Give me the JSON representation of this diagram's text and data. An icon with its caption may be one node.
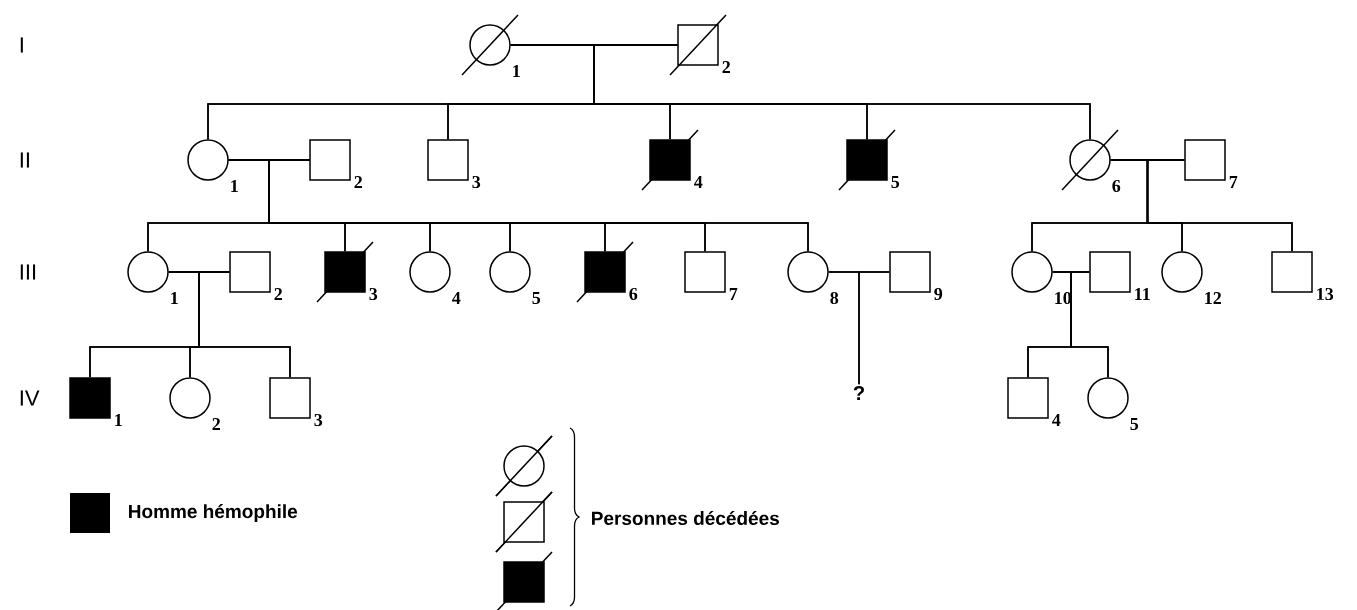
{
  "diagram": {
    "nodes": [
      {
        "text": [],
        "shape": "circle",
        "beside": [
          "1"
        ]
      },
      {
        "text": [],
        "shape": "box",
        "beside": [
          "2"
        ]
      },
      {
        "text": [],
        "shape": "circle",
        "beside": [
          "1"
        ]
      },
      {
        "text": [],
        "shape": "box",
        "beside": [
          "2"
        ]
      },
      {
        "text": [],
        "shape": "box",
        "beside": [
          "3"
        ]
      },
      {
        "text": [],
        "shape": "box",
        "beside": [
          "4"
        ]
      },
      {
        "text": [],
        "shape": "box",
        "beside": [
          "5"
        ]
      },
      {
        "text": [],
        "shape": "circle",
        "beside": [
          "6"
        ]
      },
      {
        "text": [],
        "shape": "box",
        "beside": [
          "7"
        ]
      },
      {
        "text": [],
        "shape": "circle",
        "beside": [
          "1"
        ]
      },
      {
        "text": [],
        "shape": "box",
        "beside": [
          "2"
        ]
      },
      {
        "text": [],
        "shape": "box",
        "beside": [
          "3"
        ]
      },
      {
        "text": [],
        "shape": "circle",
        "beside": [
          "4"
        ]
      },
      {
        "text": [],
        "shape": "circle",
        "beside": [
          "5"
        ]
      },
      {
        "text": [],
        "shape": "box",
        "beside": [
          "6"
        ]
      },
      {
        "text": [],
        "shape": "box",
        "beside": [
          "7"
        ]
      },
      {
        "text": [],
        "shape": "circle",
        "beside": [
          "8"
        ]
      },
      {
        "text": [],
        "shape": "box",
        "beside": [
          "9"
        ]
      },
      {
        "text": [],
        "shape": "circle",
        "beside": [
          "10"
        ]
      },
      {
        "text": [],
        "shape": "box",
        "beside": [
          "11"
        ]
      },
      {
        "text": [],
        "shape": "circle",
        "beside": [
          "12"
        ]
      },
      {
        "text": [],
        "shape": "box",
        "beside": [
          "13"
        ]
      },
      {
        "text": [],
        "shape": "box",
        "beside": [
          "1"
        ]
      },
      {
        "text": [],
        "shape": "circle",
        "beside": [
          "2"
        ]
      },
      {
        "text": [],
        "shape": "box",
        "beside": [
          "3"
        ]
      },
      {
        "text": [
          "?"
        ]
      },
      {
        "text": [],
        "shape": "box",
        "beside": [
          "4"
        ]
      },
      {
        "text": [],
        "shape": "circle",
        "beside": [
          "5"
        ]
      }
    ],
    "edges": [
      {
        "from": 0,
        "to": 1,
        "arrow": "none"
      },
      {
        "from": 0,
        "to": 2,
        "arrow": "none"
      },
      {
        "from": 1,
        "to": 2,
        "arrow": "none"
      },
      {
        "from": 0,
        "to": 4,
        "arrow": "none"
      },
      {
        "from": 1,
        "to": 4,
        "arrow": "none"
      },
      {
        "from": 0,
        "to": 5,
        "arrow": "none"
      },
      {
        "from": 1,
        "to": 5,
        "arrow": "none"
      },
      {
        "from": 0,
        "to": 6,
        "arrow": "none"
      },
      {
        "from": 1,
        "to": 6,
        "arrow": "none"
      },
      {
        "from": 0,
        "to": 7,
        "arrow": "none"
      },
      {
        "from": 1,
        "to": 7,
        "arrow": "none"
      },
      {
        "from": 2,
        "to": 3,
        "arrow": "none"
      },
      {
        "from": 2,
        "to": 9,
        "arrow": "none"
      },
      {
        "from": 3,
        "to": 9,
        "arrow": "none"
      },
      {
        "from": 2,
        "to": 11,
        "arrow": "none"
      },
      {
        "from": 3,
        "to": 11,
        "arrow": "none"
      },
      {
        "from": 2,
        "to": 12,
        "arrow": "none"
      },
      {
        "from": 3,
        "to": 12,
        "arrow": "none"
      },
      {
        "from": 2,
        "to": 13,
        "arrow": "none"
      },
      {
        "from": 3,
        "to": 13,
        "arrow": "none"
      },
      {
        "from": 2,
        "to": 14,
        "arrow": "none"
      },
      {
        "from": 3,
        "to": 14,
        "arrow": "none"
      },
      {
        "from": 2,
        "to": 15,
        "arrow": "none"
      },
      {
        "from": 3,
        "to": 15,
        "arrow": "none"
      },
      {
        "from": 2,
        "to": 16,
        "arrow": "none"
      },
      {
        "from": 3,
        "to": 16,
        "arrow": "none"
      },
      {
        "from": 7,
        "to": 8,
        "arrow": "none"
      },
      {
        "from": 7,
        "to": 18,
        "arrow": "none"
      },
      {
        "from": 8,
        "to": 18,
        "arrow": "none"
      },
      {
        "from": 7,
        "to": 20,
        "arrow": "none"
      },
      {
        "from": 8,
        "to": 20,
        "arrow": "none"
      },
      {
        "from": 7,
        "to": 21,
        "arrow": "none"
      },
      {
        "from": 8,
        "to": 21,
        "arrow": "none"
      },
      {
        "from": 9,
        "to": 10,
        "arrow": "none"
      },
      {
        "from": 9,
        "to": 22,
        "arrow": "none"
      },
      {
        "from": 10,
        "to": 22,
        "arrow": "none"
      },
      {
        "from": 9,
        "to": 23,
        "arrow": "none"
      },
      {
        "from": 10,
        "to": 23,
        "arrow": "none"
      },
      {
        "from": 9,
        "to": 24,
        "arrow": "none"
      },
      {
        "from": 10,
        "to": 24,
        "arrow": "none"
      },
      {
        "from": 16,
        "to": 17,
        "arrow": "none"
      },
      {
        "from": 16,
        "to": 25,
        "arrow": "none"
      },
      {
        "from": 17,
        "to": 25,
        "arrow": "none"
      },
      {
        "from": 18,
        "to": 19,
        "arrow": "none"
      },
      {
        "from": 18,
        "to": 26,
        "arrow": "none"
      },
      {
        "from": 19,
        "to": 26,
        "arrow": "none"
      },
      {
        "from": 18,
        "to": 27,
        "arrow": "none"
      },
      {
        "from": 19,
        "to": 27,
        "arrow": "none"
      }
    ],
    "labels": [
      "I",
      "II",
      "III",
      "IV"
    ],
    "legend": [
      {
        "text": "Homme hémophile",
        "color": "#000000"
      },
      {
        "text": "Personnes décédées"
      }
    ]
  }
}
